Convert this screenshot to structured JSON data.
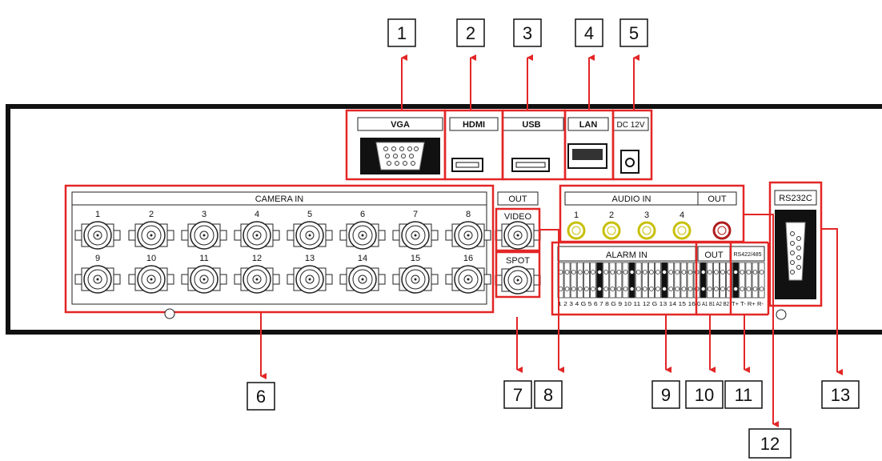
{
  "connectors": {
    "vga": "VGA",
    "hdmi": "HDMI",
    "usb": "USB",
    "lan": "LAN",
    "dc": "DC 12V",
    "camera_in": "CAMERA  IN",
    "out_header": "OUT",
    "video": "VIDEO",
    "spot": "SPOT",
    "audio_in": "AUDIO IN",
    "audio_out": "OUT",
    "alarm_in": "ALARM IN",
    "alarm_out": "OUT",
    "rs422": "RS422/485",
    "rs232": "RS232C"
  },
  "camera_numbers": [
    "1",
    "2",
    "3",
    "4",
    "5",
    "6",
    "7",
    "8",
    "9",
    "10",
    "11",
    "12",
    "13",
    "14",
    "15",
    "16"
  ],
  "audio_numbers": [
    "1",
    "2",
    "3",
    "4"
  ],
  "pin_labels": {
    "alarm_in": "1 2 3 4 G 5 6 7 8 G 9 10 11 12 G 13 14 15 16",
    "alarm_out": "G A1 B1 A2 B2",
    "rs485": "T+ T- R+ R-"
  },
  "callouts": [
    "1",
    "2",
    "3",
    "4",
    "5",
    "6",
    "7",
    "8",
    "9",
    "10",
    "11",
    "12",
    "13"
  ],
  "colors": {
    "highlight": "#e32626",
    "panel": "#111111"
  }
}
